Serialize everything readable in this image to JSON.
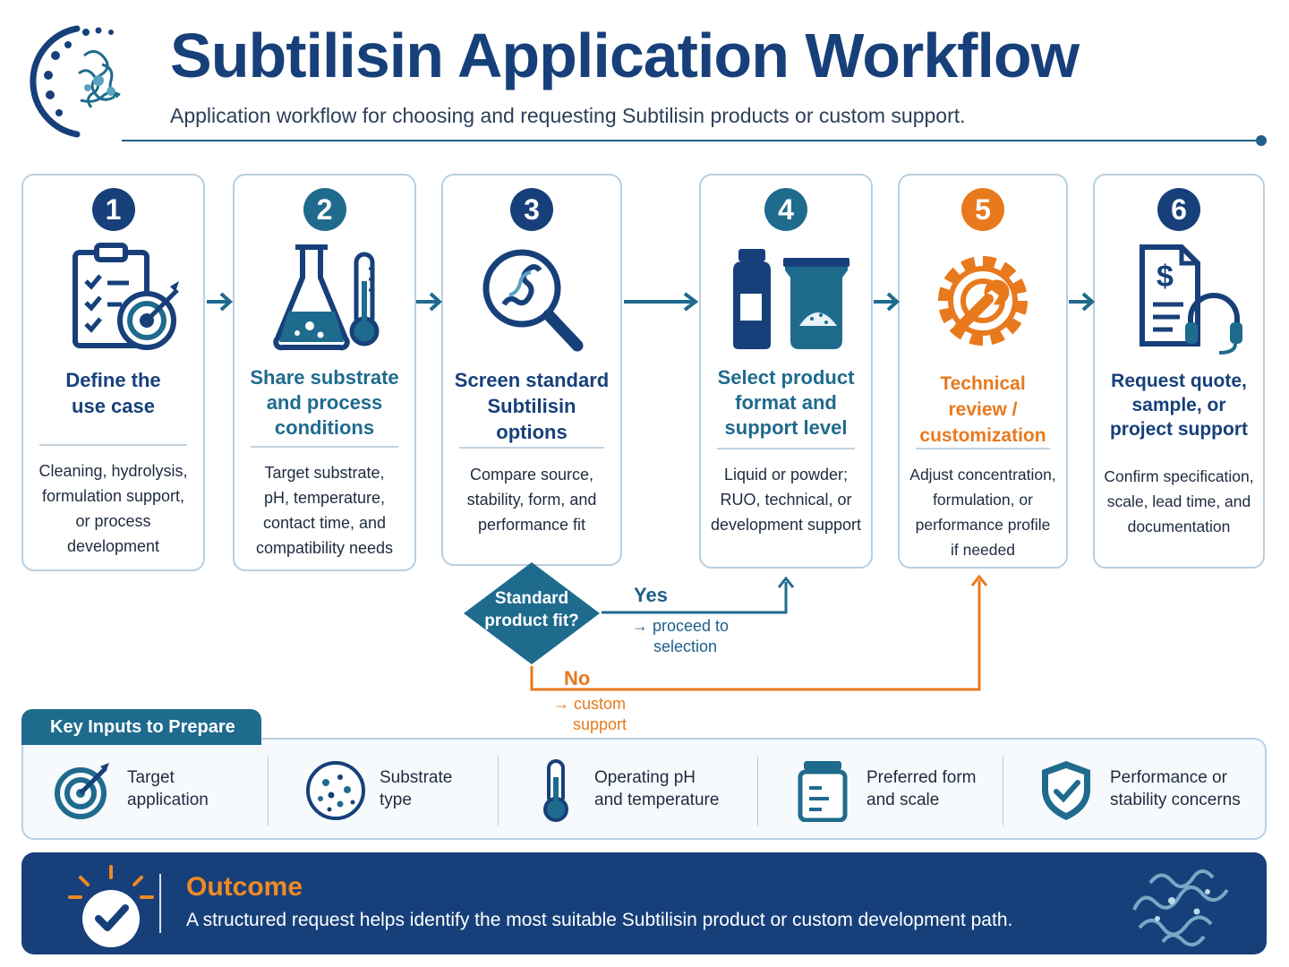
{
  "header": {
    "title": "Subtilisin Application Workflow",
    "subtitle": "Application workflow for choosing and requesting Subtilisin products or custom support."
  },
  "colors": {
    "navy": "#17407a",
    "teal": "#1f6b8e",
    "orange": "#e8791d",
    "border": "#b8cfe0"
  },
  "steps": [
    {
      "number": "1",
      "title": "Define the use case",
      "title_lines": [
        "Define the",
        "use case"
      ],
      "desc_lines": [
        "Cleaning, hydrolysis,",
        "formulation support,",
        "or process",
        "development"
      ],
      "icon": "clipboard-target-icon"
    },
    {
      "number": "2",
      "title_lines": [
        "Share substrate",
        "and process",
        "conditions"
      ],
      "desc_lines": [
        "Target substrate,",
        "pH, temperature,",
        "contact time, and",
        "compatibility needs"
      ],
      "icon": "flask-thermometer-icon"
    },
    {
      "number": "3",
      "title_lines": [
        "Screen standard",
        "Subtilisin options"
      ],
      "desc_lines": [
        "Compare source,",
        "stability, form, and",
        "performance fit"
      ],
      "icon": "magnifier-enzyme-icon"
    },
    {
      "number": "4",
      "title_lines": [
        "Select product",
        "format and",
        "support level"
      ],
      "desc_lines": [
        "Liquid or powder;",
        "RUO, technical, or",
        "development support"
      ],
      "icon": "bottle-bag-icon"
    },
    {
      "number": "5",
      "title_lines": [
        "Technical review /",
        "customization"
      ],
      "desc_lines": [
        "Adjust concentration,",
        "formulation, or",
        "performance profile",
        "if needed"
      ],
      "icon": "gear-wrench-icon"
    },
    {
      "number": "6",
      "title_lines": [
        "Request quote,",
        "sample, or",
        "project support"
      ],
      "desc_lines": [
        "Confirm specification,",
        "scale, lead time, and",
        "documentation"
      ],
      "icon": "quote-headset-icon"
    }
  ],
  "decision": {
    "lines": [
      "Standard",
      "product fit?"
    ],
    "yes_label": "Yes",
    "yes_note_lines": [
      "→ proceed to",
      "selection"
    ],
    "no_label": "No",
    "no_note_lines": [
      "→ custom",
      "support"
    ]
  },
  "inputs": {
    "heading": "Key Inputs to Prepare",
    "items": [
      {
        "lines": [
          "Target",
          "application"
        ],
        "icon": "target-icon"
      },
      {
        "lines": [
          "Substrate",
          "type"
        ],
        "icon": "substrate-icon"
      },
      {
        "lines": [
          "Operating pH",
          "and temperature"
        ],
        "icon": "thermometer-icon"
      },
      {
        "lines": [
          "Preferred form",
          "and scale"
        ],
        "icon": "jar-icon"
      },
      {
        "lines": [
          "Performance or",
          "stability concerns"
        ],
        "icon": "shield-check-icon"
      }
    ]
  },
  "outcome": {
    "title": "Outcome",
    "text": "A structured request helps identify the most suitable Subtilisin product or custom development path."
  }
}
